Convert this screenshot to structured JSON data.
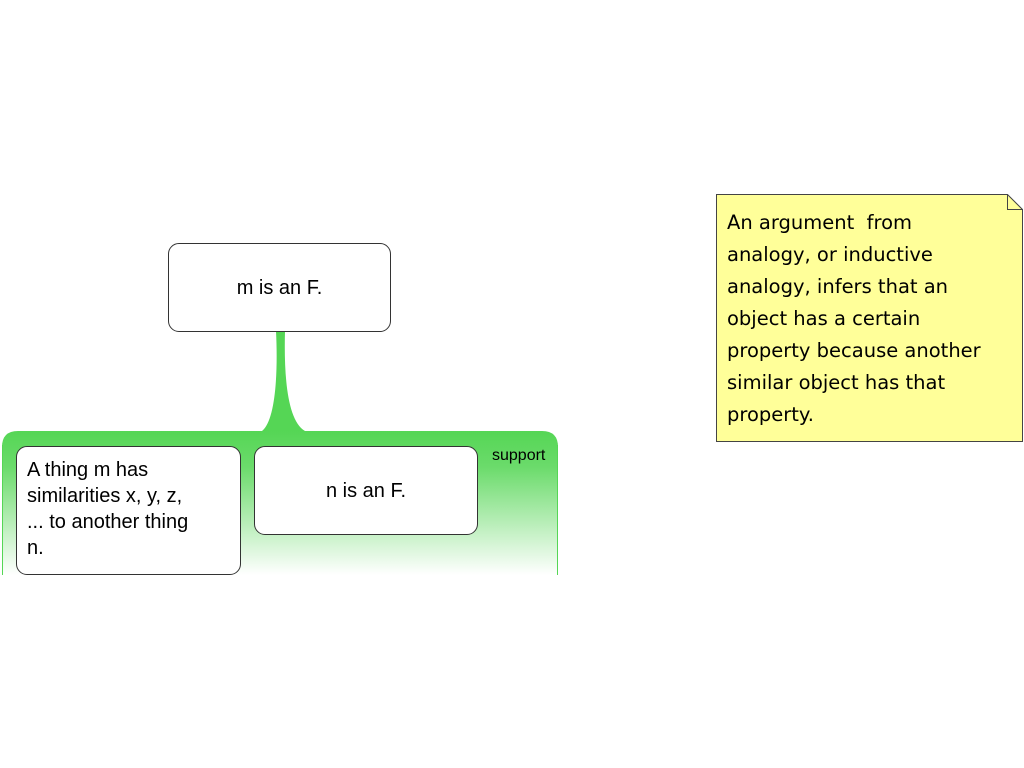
{
  "colors": {
    "support": "#55d655",
    "note_bg": "#ffff99"
  },
  "conclusion": {
    "text": "m is an F."
  },
  "support_label": "support",
  "premises": [
    {
      "lines": [
        "A thing m has",
        "similarities x, y, z,",
        "... to another thing",
        "n."
      ]
    },
    {
      "text": "n is an F."
    }
  ],
  "note": {
    "lines": [
      "An argument  from",
      "analogy, or inductive",
      "analogy, infers that an",
      "object has a certain",
      "property because another",
      "similar object has that",
      "property."
    ]
  }
}
